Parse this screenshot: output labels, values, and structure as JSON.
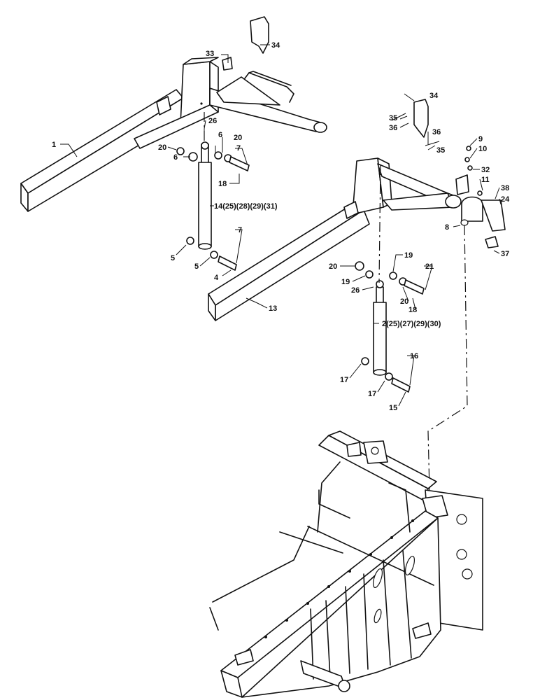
{
  "labels": {
    "l1": "1",
    "l2": "2(25)(27)(29)(30)",
    "l4": "4",
    "l5a": "5",
    "l5b": "5",
    "l6a": "6",
    "l6b": "6",
    "l7a": "7",
    "l7b": "7",
    "l8": "8",
    "l9": "9",
    "l10": "10",
    "l11": "11",
    "l13": "13",
    "l14": "14(25)(28)(29)(31)",
    "l15": "15",
    "l16": "16",
    "l17a": "17",
    "l17b": "17",
    "l18a": "18",
    "l18b": "18",
    "l19a": "19",
    "l19b": "19",
    "l20a": "20",
    "l20b": "20",
    "l20c": "20",
    "l20d": "20",
    "l21": "21",
    "l24": "24",
    "l26a": "26",
    "l26b": "26",
    "l32": "32",
    "l33": "33",
    "l34a": "34",
    "l34b": "34",
    "l35a": "35",
    "l35b": "35",
    "l36a": "36",
    "l36b": "36",
    "l37": "37",
    "l38": "38"
  }
}
